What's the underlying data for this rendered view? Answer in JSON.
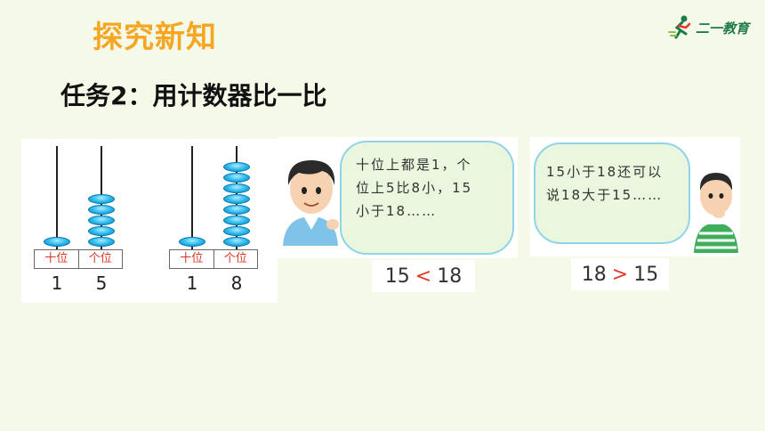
{
  "header": {
    "section_title": "探究新知",
    "logo_text": "二一教育"
  },
  "task": {
    "title": "任务2：用计数器比一比"
  },
  "abacus": [
    {
      "labels": [
        "十位",
        "个位"
      ],
      "tens_digit": "1",
      "ones_digit": "5",
      "tens_beads": 1,
      "ones_beads": 5
    },
    {
      "labels": [
        "十位",
        "个位"
      ],
      "tens_digit": "1",
      "ones_digit": "8",
      "tens_beads": 1,
      "ones_beads": 8
    }
  ],
  "speech": {
    "boy1_lines": [
      "十位上都是1，个",
      "位上5比8小，15",
      "小于18……"
    ],
    "boy2_lines": [
      "15小于18还可以",
      "说18大于15……"
    ]
  },
  "comparisons": [
    {
      "left": "15",
      "symbol": "<",
      "right": "18"
    },
    {
      "left": "18",
      "symbol": ">",
      "right": "15"
    }
  ],
  "colors": {
    "title_orange": "#f5a623",
    "bead_blue": "#28b6ea",
    "label_red": "#d9341f",
    "symbol_red": "#e8372a"
  }
}
